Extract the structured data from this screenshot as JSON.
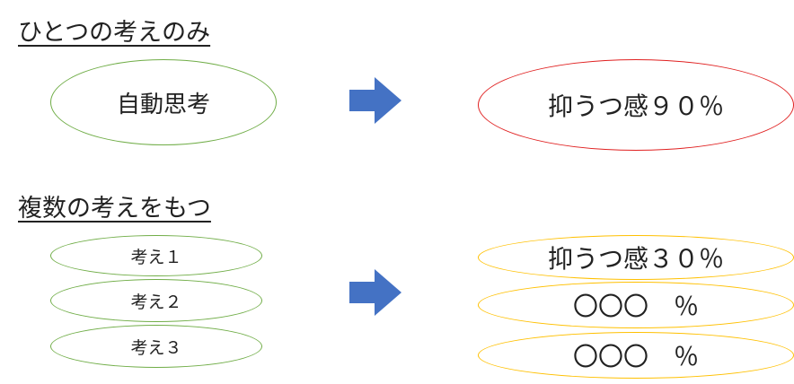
{
  "section1": {
    "heading": "ひとつの考えのみ",
    "thought": "自動思考",
    "result": "抑うつ感９０％"
  },
  "section2": {
    "heading": "複数の考えをもつ",
    "thoughts": [
      "考え１",
      "考え２",
      "考え３"
    ],
    "results": [
      "抑うつ感３０％",
      "〇〇〇　％",
      "〇〇〇　％"
    ]
  },
  "colors": {
    "thought_border": "#70ad47",
    "single_result_border": "#e02020",
    "multi_result_border": "#ffc000",
    "arrow_fill": "#4472c4"
  },
  "icons": [
    "right-arrow-icon"
  ]
}
